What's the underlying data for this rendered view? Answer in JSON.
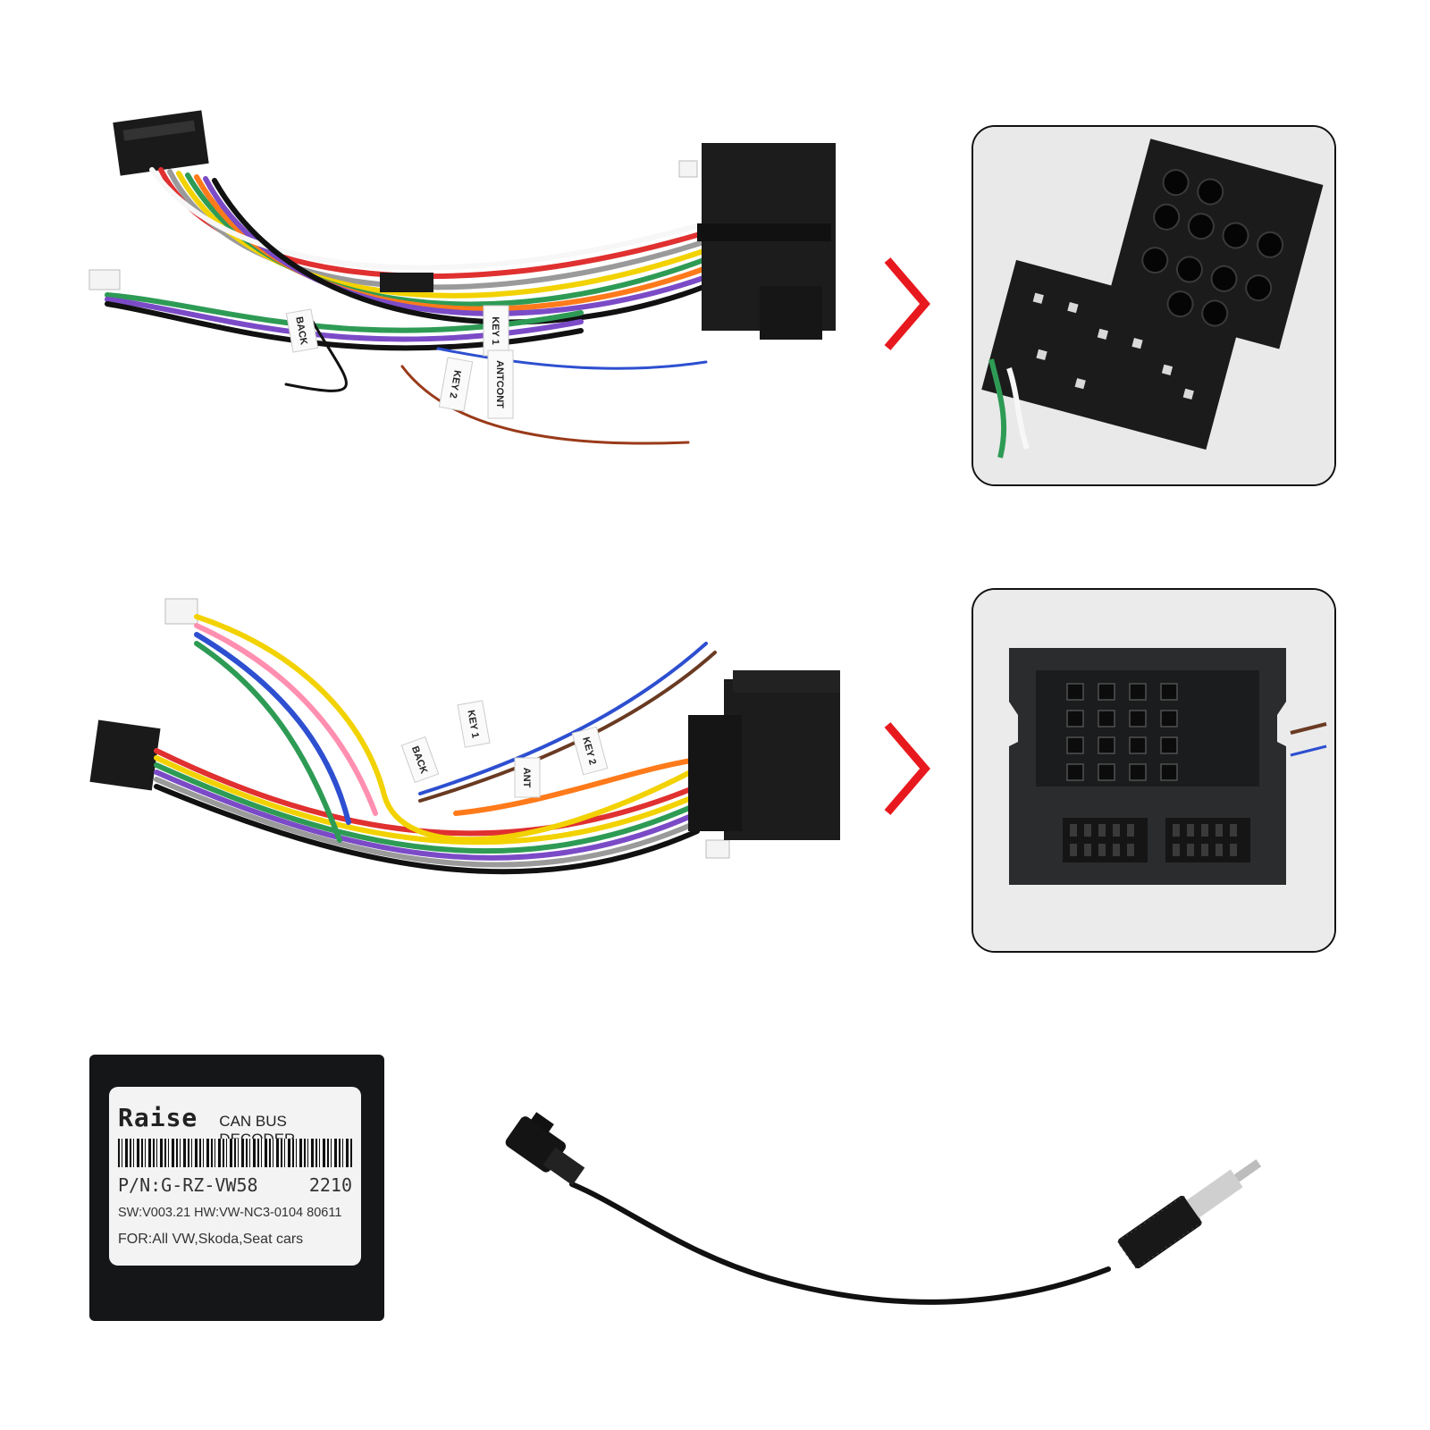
{
  "harness_top": {
    "tags": [
      "BACK",
      "KEY 1",
      "KEY 2",
      "ANTCONT"
    ]
  },
  "harness_bottom": {
    "tags": [
      "BACK",
      "KEY 1",
      "ANT",
      "KEY 2"
    ]
  },
  "arrow_color": "#e8191e",
  "decoder": {
    "brand": "Raise",
    "type": "CAN BUS DECODER",
    "part_number": "P/N:G-RZ-VW58",
    "batch": "2210",
    "versions": "SW:V003.21 HW:VW-NC3-0104 80611",
    "compatibility": "FOR:All VW,Skoda,Seat cars"
  }
}
